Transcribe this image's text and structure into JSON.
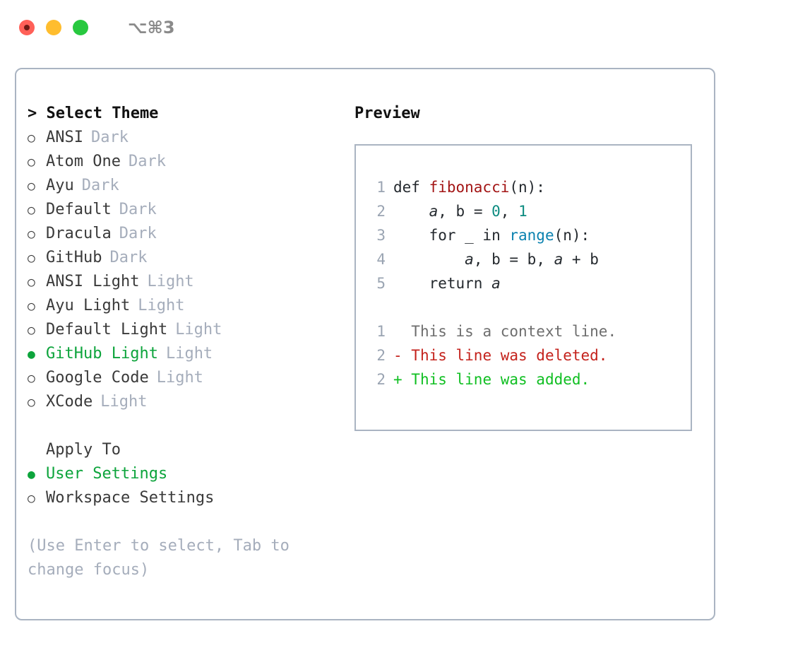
{
  "titlebar": {
    "lights": [
      {
        "name": "close",
        "color": "#FF6058"
      },
      {
        "name": "minimize",
        "color": "#FFBD2E"
      },
      {
        "name": "maximize",
        "color": "#28C83F"
      }
    ],
    "shortcut": "⌥⌘3"
  },
  "theme_picker": {
    "heading": "> Select Theme",
    "selected_marker": "●",
    "unselected_marker": "○",
    "items": [
      {
        "label": "ANSI",
        "tag": "Dark",
        "selected": false
      },
      {
        "label": "Atom One",
        "tag": "Dark",
        "selected": false
      },
      {
        "label": "Ayu",
        "tag": "Dark",
        "selected": false
      },
      {
        "label": "Default",
        "tag": "Dark",
        "selected": false
      },
      {
        "label": "Dracula",
        "tag": "Dark",
        "selected": false
      },
      {
        "label": "GitHub",
        "tag": "Dark",
        "selected": false
      },
      {
        "label": "ANSI Light",
        "tag": "Light",
        "selected": false
      },
      {
        "label": "Ayu Light",
        "tag": "Light",
        "selected": false
      },
      {
        "label": "Default Light",
        "tag": "Light",
        "selected": false
      },
      {
        "label": "GitHub Light",
        "tag": "Light",
        "selected": true
      },
      {
        "label": "Google Code",
        "tag": "Light",
        "selected": false
      },
      {
        "label": "XCode",
        "tag": "Light",
        "selected": false
      }
    ]
  },
  "apply_to": {
    "heading": "Apply To",
    "items": [
      {
        "label": "User Settings",
        "selected": true
      },
      {
        "label": "Workspace Settings",
        "selected": false
      }
    ]
  },
  "hint": "(Use Enter to select, Tab to change focus)",
  "preview": {
    "heading": "Preview",
    "code_lines": [
      {
        "number": "1",
        "tokens": [
          {
            "text": "def ",
            "type": "plain"
          },
          {
            "text": "fibonacci",
            "type": "fn"
          },
          {
            "text": "(n):",
            "type": "plain"
          }
        ]
      },
      {
        "number": "2",
        "tokens": [
          {
            "text": "    ",
            "type": "plain"
          },
          {
            "text": "a",
            "type": "var"
          },
          {
            "text": ", ",
            "type": "plain"
          },
          {
            "text": "b",
            "type": "plain"
          },
          {
            "text": " = ",
            "type": "plain"
          },
          {
            "text": "0",
            "type": "num"
          },
          {
            "text": ", ",
            "type": "plain"
          },
          {
            "text": "1",
            "type": "num"
          }
        ]
      },
      {
        "number": "3",
        "tokens": [
          {
            "text": "    for _ in ",
            "type": "plain"
          },
          {
            "text": "range",
            "type": "call"
          },
          {
            "text": "(n):",
            "type": "plain"
          }
        ]
      },
      {
        "number": "4",
        "tokens": [
          {
            "text": "        ",
            "type": "plain"
          },
          {
            "text": "a",
            "type": "var"
          },
          {
            "text": ", b = b, ",
            "type": "plain"
          },
          {
            "text": "a",
            "type": "var"
          },
          {
            "text": " + b",
            "type": "plain"
          }
        ]
      },
      {
        "number": "5",
        "tokens": [
          {
            "text": "    return ",
            "type": "plain"
          },
          {
            "text": "a",
            "type": "var"
          }
        ]
      }
    ],
    "diff_lines": [
      {
        "number": "1",
        "sign": " ",
        "text": " This is a context line.",
        "type": "ctx"
      },
      {
        "number": "2",
        "sign": "-",
        "text": " This line was deleted.",
        "type": "del"
      },
      {
        "number": "2",
        "sign": "+",
        "text": " This line was added.",
        "type": "add"
      }
    ]
  },
  "colors": {
    "accent_green": "#0DA43C",
    "border": "#aab4c2",
    "muted": "#a5adbb",
    "text": "#3a3a3a",
    "diff_add": "#10bf22",
    "diff_del": "#c4221c",
    "code_fn": "#a31515",
    "code_num": "#0c8b80",
    "code_call": "#0b82b0"
  }
}
